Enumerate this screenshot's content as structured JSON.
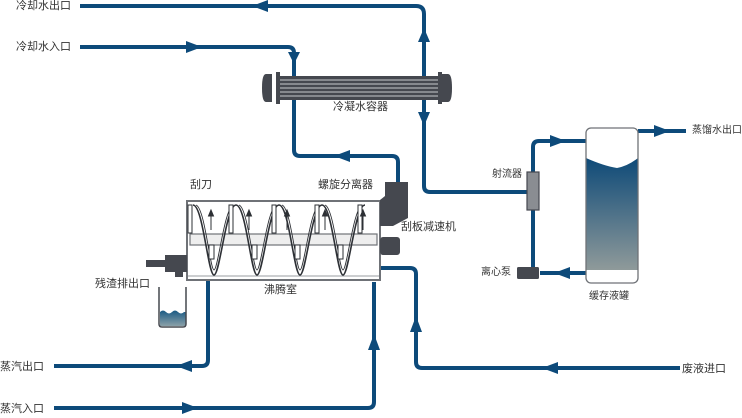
{
  "colors": {
    "pipe": "#0d4a7a",
    "equipment": "#45484f",
    "equipment_light": "#8a8d92",
    "liquid_top": "#0e4a78",
    "liquid_bottom": "#8f9a9a",
    "text": "#333333"
  },
  "labels": {
    "cooling_water_outlet": "冷却水出口",
    "cooling_water_inlet": "冷却水入口",
    "condenser": "冷凝水容器",
    "scraper": "刮刀",
    "spiral_separator": "螺旋分离器",
    "scraper_reducer": "刮板减速机",
    "residue_outlet": "残渣排出口",
    "boiling_chamber": "沸腾室",
    "steam_outlet": "蒸汽出口",
    "steam_inlet": "蒸汽入口",
    "ejector": "射流器",
    "centrifugal_pump": "离心泵",
    "buffer_tank": "缓存液罐",
    "distilled_water_outlet": "蒸馏水出口",
    "waste_liquid_inlet": "废液进口"
  },
  "icons": {
    "flow_arrow": "triangle-arrow",
    "heat_exchanger": "shell-and-tube",
    "scraper_blade": "spiral-blade",
    "tank": "vertical-tank",
    "pump": "pump-block"
  }
}
